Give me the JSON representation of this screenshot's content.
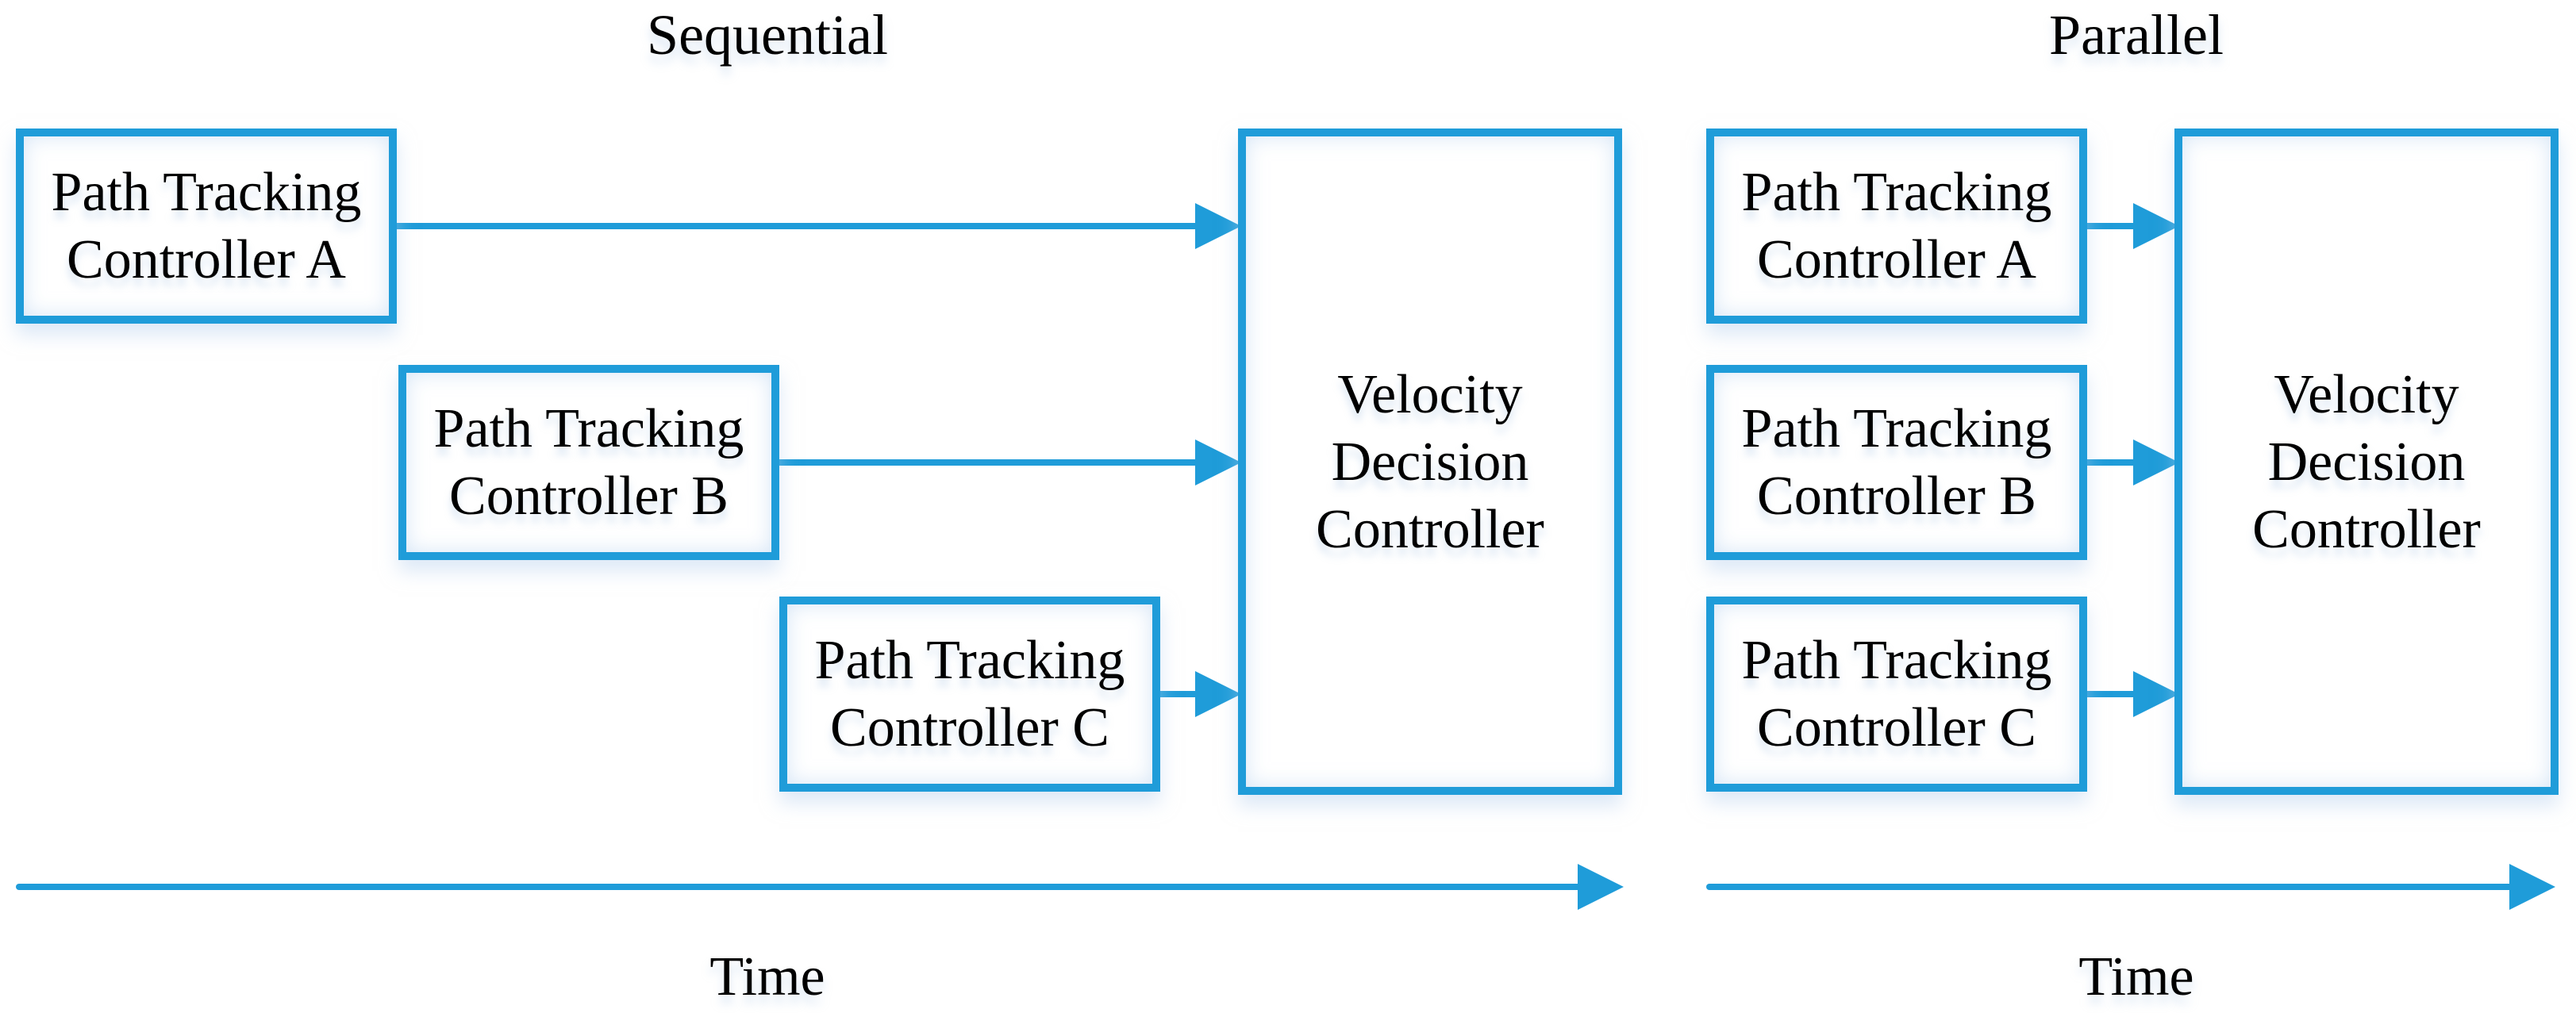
{
  "sections": [
    {
      "title": "Sequential",
      "boxes": [
        {
          "label": "Path Tracking Controller A"
        },
        {
          "label": "Path Tracking Controller B"
        },
        {
          "label": "Path Tracking Controller C"
        }
      ],
      "vdc": {
        "label": "Velocity Decision Controller"
      },
      "time_label": "Time"
    },
    {
      "title": "Parallel",
      "boxes": [
        {
          "label": "Path Tracking Controller A"
        },
        {
          "label": "Path Tracking Controller B"
        },
        {
          "label": "Path Tracking Controller C"
        }
      ],
      "vdc": {
        "label": "Velocity Decision Controller"
      },
      "time_label": "Time"
    }
  ],
  "colors": {
    "accent": "#1F9CD9",
    "text": "#000000"
  }
}
